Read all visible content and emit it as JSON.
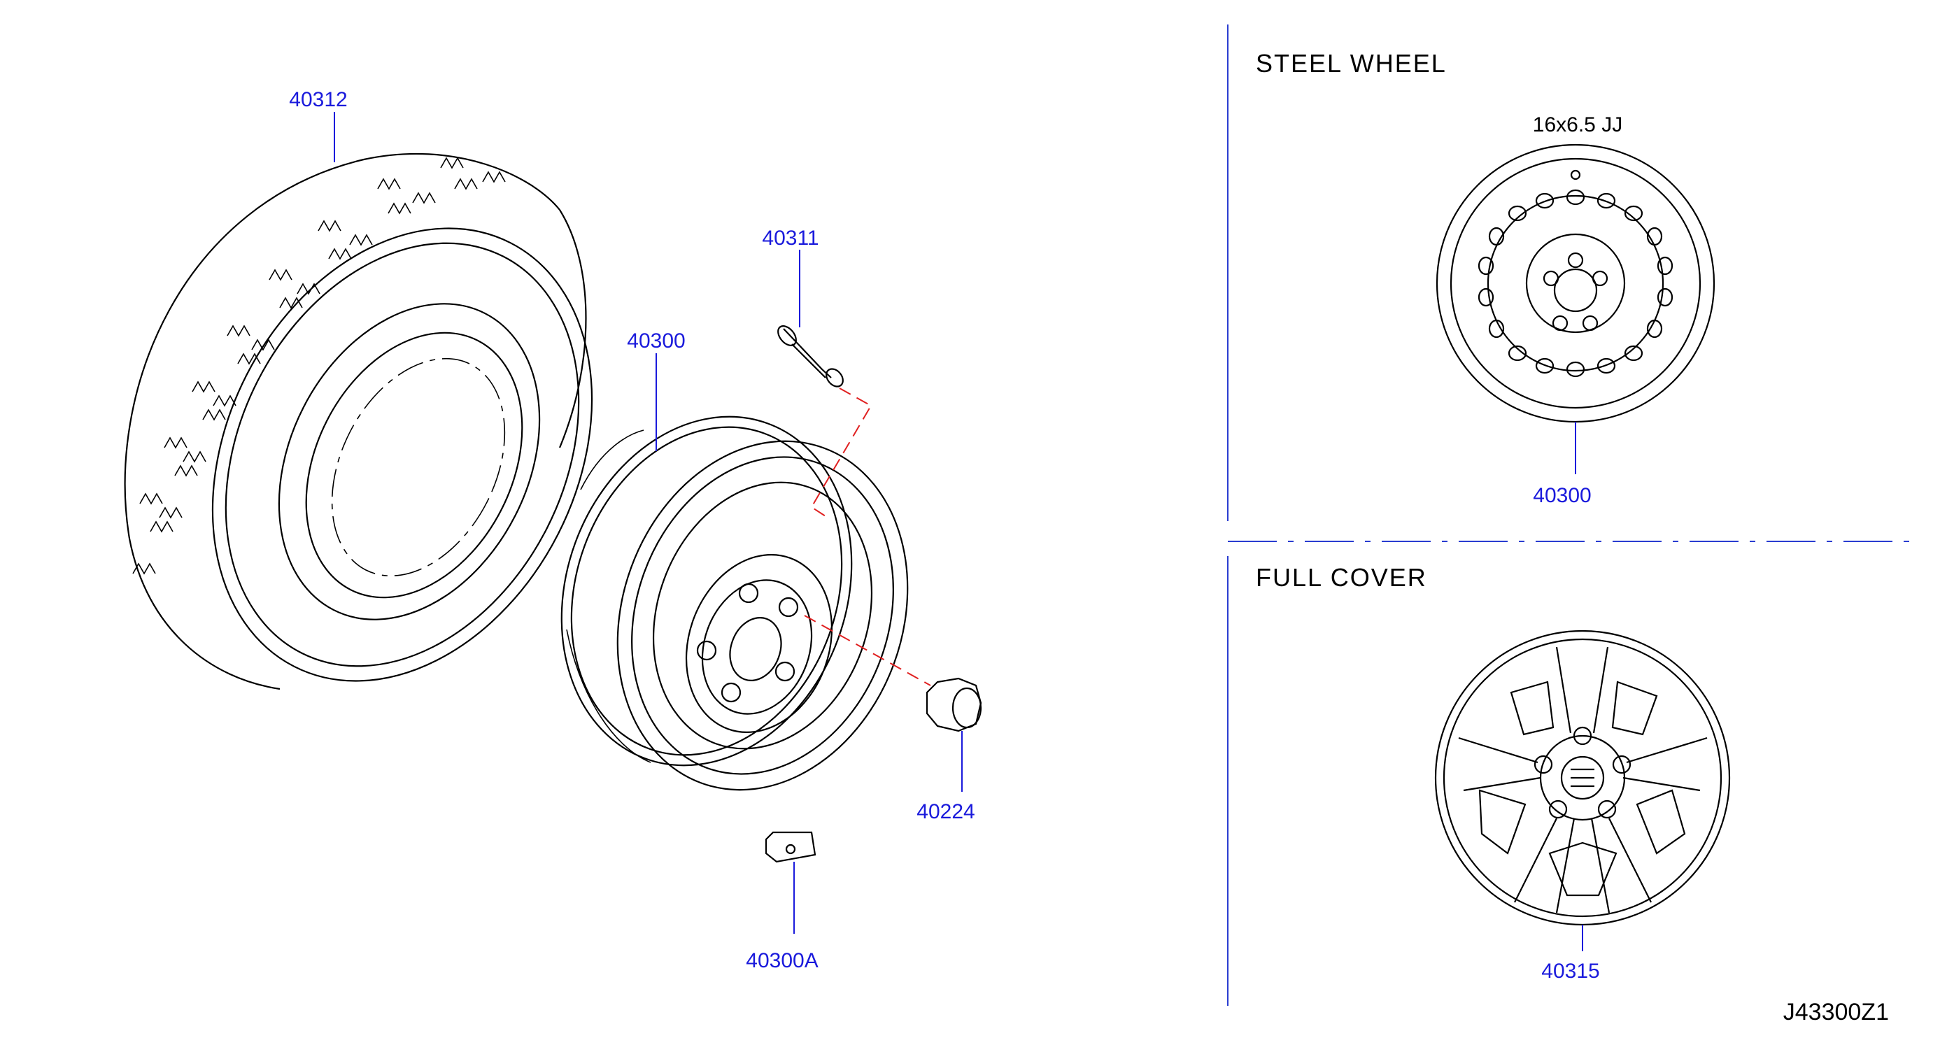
{
  "callouts": {
    "tire": "40312",
    "valve": "40311",
    "wheel": "40300",
    "nut": "40224",
    "weight": "40300A",
    "steel_wheel": "40300",
    "full_cover": "40315"
  },
  "sections": {
    "steel_wheel_title": "STEEL   WHEEL",
    "wheel_size": "16x6.5   JJ",
    "full_cover_title": "FULL   COVER"
  },
  "diagram_code": "J43300Z1",
  "colors": {
    "callout": "#1a1adc",
    "leader_line": "#1a1adc",
    "divider": "#2a3dd0",
    "assembly_line": "#e02020"
  }
}
